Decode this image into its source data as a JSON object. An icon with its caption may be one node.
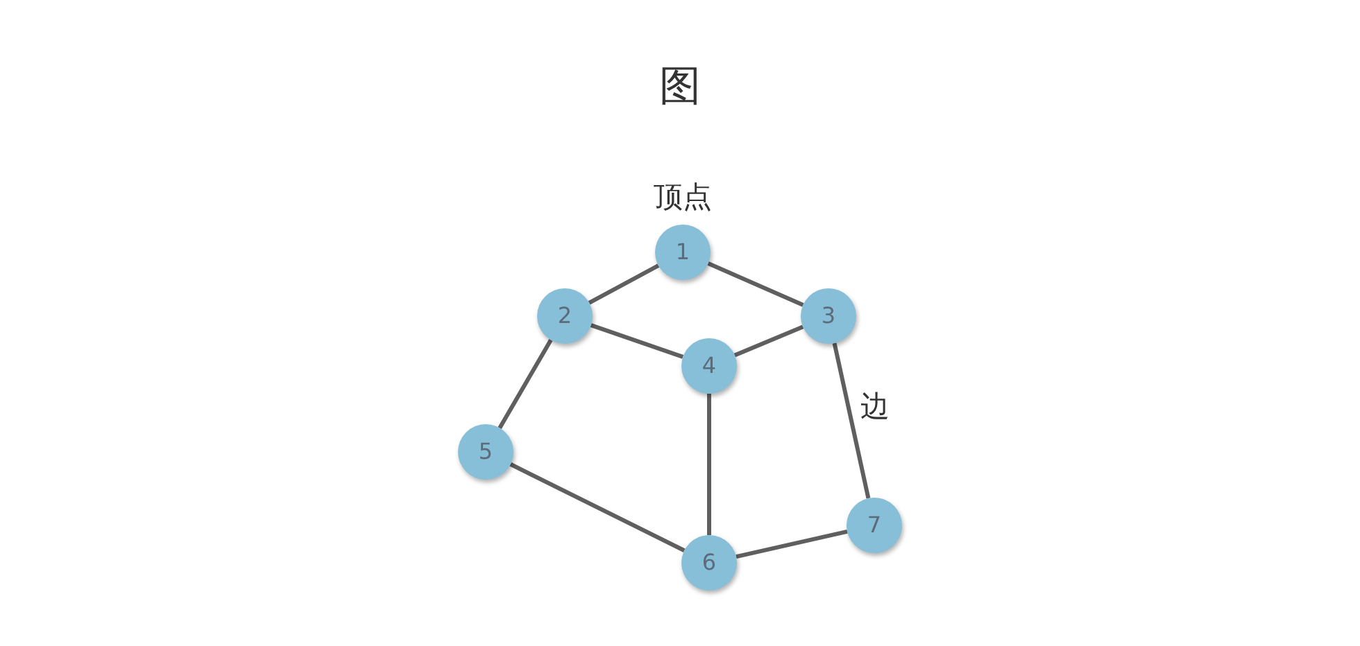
{
  "diagram": {
    "title": "图",
    "nodes": [
      {
        "text": [
          "1"
        ],
        "beside": [
          "顶点"
        ]
      },
      {
        "text": [
          "2"
        ]
      },
      {
        "text": [
          "3"
        ]
      },
      {
        "text": [
          "4"
        ]
      },
      {
        "text": [
          "5"
        ]
      },
      {
        "text": [
          "6"
        ]
      },
      {
        "text": [
          "7"
        ]
      }
    ],
    "edges": [
      {
        "from": 0,
        "to": 1,
        "arrow": "none"
      },
      {
        "from": 0,
        "to": 2,
        "arrow": "none"
      },
      {
        "from": 1,
        "to": 3,
        "arrow": "none"
      },
      {
        "from": 3,
        "to": 2,
        "arrow": "none"
      },
      {
        "from": 1,
        "to": 4,
        "arrow": "none"
      },
      {
        "from": 3,
        "to": 5,
        "arrow": "none"
      },
      {
        "from": 4,
        "to": 5,
        "arrow": "none"
      },
      {
        "from": 5,
        "to": 6,
        "arrow": "none"
      },
      {
        "from": 2,
        "to": 6,
        "arrow": "none",
        "label": "边"
      }
    ]
  }
}
